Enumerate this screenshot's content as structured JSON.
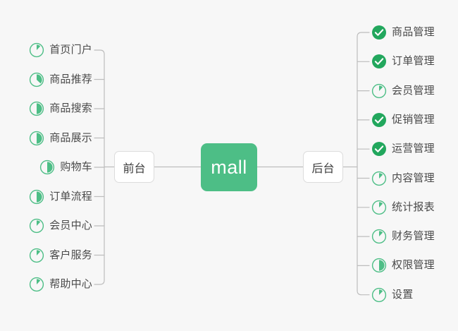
{
  "diagram": {
    "title": "mall",
    "background_color": "#f7f7f7",
    "accent_color": "#4dbe86",
    "line_color": "#bdbdbd",
    "text_color": "#4a4a4a",
    "root": {
      "label": "mall",
      "fill": "#4dbe86",
      "text_color": "#ffffff"
    },
    "branches": [
      {
        "label": "前台",
        "side": "left"
      },
      {
        "label": "后台",
        "side": "right"
      }
    ],
    "left_items": [
      {
        "label": "首页门户",
        "icon": "pie-progress-icon",
        "progress": 12
      },
      {
        "label": "商品推荐",
        "icon": "pie-progress-icon",
        "progress": 37
      },
      {
        "label": "商品搜索",
        "icon": "pie-progress-icon",
        "progress": 50
      },
      {
        "label": "商品展示",
        "icon": "pie-progress-icon",
        "progress": 50
      },
      {
        "label": "购物车",
        "icon": "pie-progress-icon",
        "progress": 50
      },
      {
        "label": "订单流程",
        "icon": "pie-progress-icon",
        "progress": 50
      },
      {
        "label": "会员中心",
        "icon": "pie-progress-icon",
        "progress": 12
      },
      {
        "label": "客户服务",
        "icon": "pie-progress-icon",
        "progress": 12
      },
      {
        "label": "帮助中心",
        "icon": "pie-progress-icon",
        "progress": 12
      }
    ],
    "right_items": [
      {
        "label": "商品管理",
        "icon": "check-circle-icon",
        "progress": 100
      },
      {
        "label": "订单管理",
        "icon": "check-circle-icon",
        "progress": 100
      },
      {
        "label": "会员管理",
        "icon": "pie-progress-icon",
        "progress": 12
      },
      {
        "label": "促销管理",
        "icon": "check-circle-icon",
        "progress": 100
      },
      {
        "label": "运营管理",
        "icon": "check-circle-icon",
        "progress": 100
      },
      {
        "label": "内容管理",
        "icon": "pie-progress-icon",
        "progress": 12
      },
      {
        "label": "统计报表",
        "icon": "pie-progress-icon",
        "progress": 12
      },
      {
        "label": "财务管理",
        "icon": "pie-progress-icon",
        "progress": 12
      },
      {
        "label": "权限管理",
        "icon": "pie-progress-icon",
        "progress": 50
      },
      {
        "label": "设置",
        "icon": "pie-progress-icon",
        "progress": 12
      }
    ]
  }
}
